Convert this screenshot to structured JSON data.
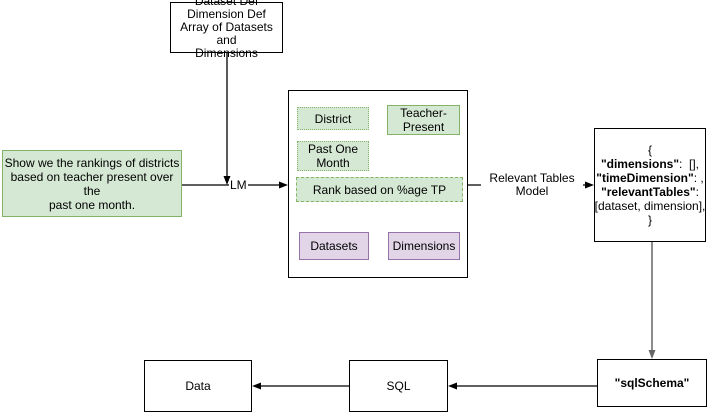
{
  "colors": {
    "green_fill": "#d5e8d4",
    "green_border": "#82b366",
    "purple_fill": "#e1d5e7",
    "purple_border": "#9673a6",
    "black_line": "#000000",
    "gray_line": "#666666"
  },
  "top_box": {
    "lines": [
      "Dataset Def",
      "Dimension Def",
      "Array of Datasets and",
      "Dimensions"
    ]
  },
  "query_box": {
    "lines": [
      "Show we the rankings of districts",
      "based on teacher present over the",
      "past one month."
    ]
  },
  "container": {
    "district": "District",
    "teacher_present": "Teacher-Present",
    "past_one_month": "Past One Month",
    "rank": "Rank based on %age TP",
    "datasets": "Datasets",
    "dimensions": "Dimensions"
  },
  "labels": {
    "lm": "LM",
    "relevant_tables": [
      "Relevant Tables",
      "Model"
    ]
  },
  "json_box": {
    "lines": [
      {
        "key": "",
        "rest": "{"
      },
      {
        "key": "\"dimensions\"",
        "rest": ":  [],"
      },
      {
        "key": "\"timeDimension\"",
        "rest": ": ,"
      },
      {
        "key": "\"relevantTables\"",
        "rest": ":"
      },
      {
        "key": "",
        "rest": "[dataset, dimension],"
      },
      {
        "key": "",
        "rest": "}"
      }
    ]
  },
  "bottom_row": {
    "data": "Data",
    "sql": "SQL",
    "sql_schema": "\"sqlSchema\""
  }
}
